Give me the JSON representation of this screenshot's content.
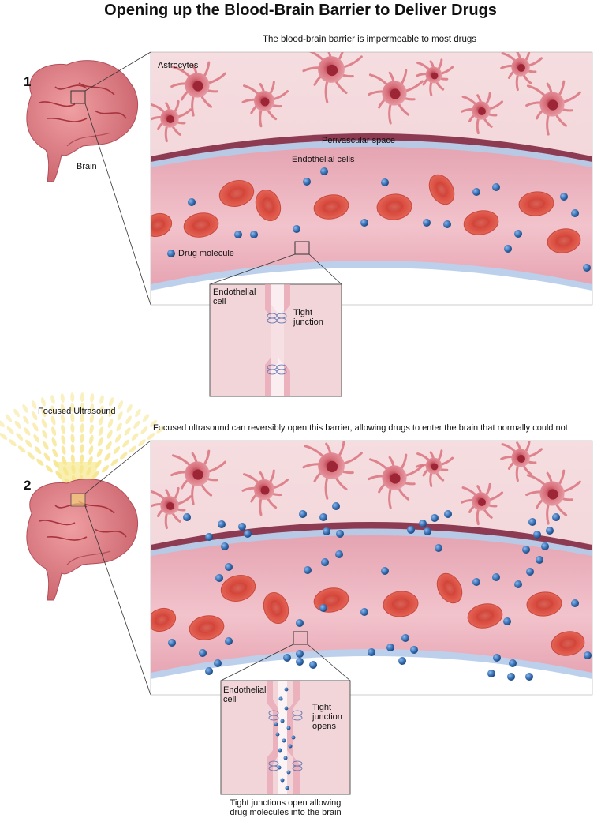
{
  "title": "Opening up the Blood-Brain Barrier to Deliver Drugs",
  "panel1": {
    "number": "1",
    "caption": "The blood-brain barrier is impermeable to most drugs",
    "brain_label": "Brain",
    "astrocytes_label": "Astrocytes",
    "perivascular_label": "Perivascular space",
    "endothelial_label": "Endothelial cells",
    "drug_label": "Drug molecule",
    "inset_cell_label_1": "Endothelial",
    "inset_cell_label_2": "cell",
    "inset_tj_label_1": "Tight",
    "inset_tj_label_2": "junction"
  },
  "panel2": {
    "number": "2",
    "ultrasound_label": "Focused Ultrasound",
    "caption": "Focused ultrasound can reversibly open this barrier, allowing drugs to enter the brain that normally could not",
    "inset_cell_label_1": "Endothelial",
    "inset_cell_label_2": "cell",
    "inset_tj_label_1": "Tight",
    "inset_tj_label_2": "junction",
    "inset_tj_label_3": "opens",
    "bottom_caption_1": "Tight junctions open allowing",
    "bottom_caption_2": "drug molecules into the brain"
  },
  "colors": {
    "tissue": "#f3d6da",
    "astrocyte": "#d9727e",
    "vessel_wall": "#e8a3b0",
    "blood_cell": "#e0564a",
    "drug": "#3a74b8",
    "brain": "#d9787c",
    "ultrasound": "#f5e07a"
  }
}
